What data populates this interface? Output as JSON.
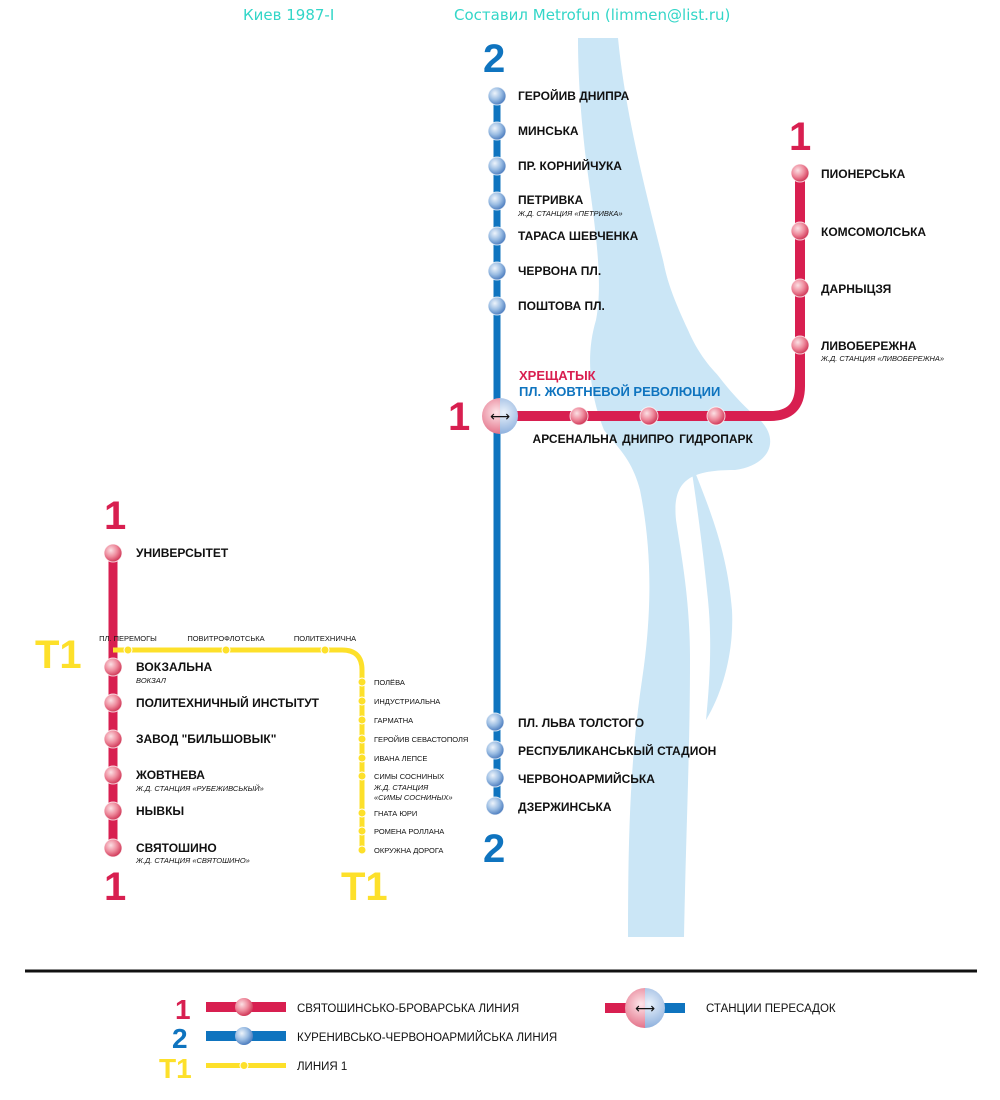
{
  "header": {
    "left": "Киев 1987-I",
    "right": "Составил Metrofun (limmen@list.ru)"
  },
  "colors": {
    "line1": "#d81f50",
    "line2": "#0f74bf",
    "tram": "#fde02a",
    "river": "#cbe6f6",
    "header_text": "#33d6c8"
  },
  "lines": {
    "line1_number": "1",
    "line2_number": "2",
    "tram_number": "T1"
  },
  "line2_north": [
    "ГЕРОЙИВ ДНИПРА",
    "МИНСЬКА",
    "ПР. КОРНИЙЧУКА",
    "ПЕТРИВКА",
    "ТАРАСА ШЕВЧЕНКА",
    "ЧЕРВОНА ПЛ.",
    "ПОШТОВА ПЛ."
  ],
  "petrivka_note": "Ж.Д. СТАНЦИЯ «ПЕТРИВКА»",
  "transfer": {
    "line1_name": "ХРЕЩАТЫК",
    "line2_name": "ПЛ. ЖОВТНЕВОЙ РЕВОЛЮЦИИ",
    "arrow": "⟷"
  },
  "line1_east": [
    "АРСЕНАЛЬНА",
    "ДНИПРО",
    "ГИДРОПАРК"
  ],
  "line1_north_branch": [
    "ПИОНЕРСЬКА",
    "КОМСОМОЛСЬКА",
    "ДАРНЫЦЗЯ",
    "ЛИВОБЕРЕЖНА"
  ],
  "livoberezhna_note": "Ж.Д. СТАНЦИЯ «ЛИВОБЕРЕЖНА»",
  "line2_south": [
    "ПЛ. ЛЬВА ТОЛСТОГО",
    "РЕСПУБЛИКАНСЬКЫЙ СТАДИОН",
    "ЧЕРВОНОАРМИЙСЬКА",
    "ДЗЕРЖИНСЬКА"
  ],
  "line1_west": [
    "УНИВЕРСЫТЕТ",
    "ВОКЗАЛЬНА",
    "ПОЛИТЕХНИЧНЫЙ ИНСТЫТУТ",
    "ЗАВОД \"БИЛЬШОВЫК\"",
    "ЖОВТНЕВА",
    "НЫВКЫ",
    "СВЯТОШИНО"
  ],
  "line1_west_notes": {
    "vokzalna": "ВОКЗАЛ",
    "zhovtneva": "Ж.Д. СТАНЦИЯ «РУБЕЖИВСЬКЫЙ»",
    "sviatoshyno": "Ж.Д. СТАНЦИЯ «СВЯТОШИНО»"
  },
  "tram_top": [
    "ПЛ. ПЕРЕМОГЫ",
    "ПОВИТРОФЛОТСЬКА",
    "ПОЛИТЕХНИЧНА"
  ],
  "tram_down": [
    "ПОЛЁВА",
    "ИНДУСТРИАЛЬНА",
    "ГАРМАТНА",
    "ГЕРОЙИВ СЕВАСТОПОЛЯ",
    "ИВАНА ЛЕПСЕ",
    "СИМЫ СОСНИНЫХ",
    "ГНАТА ЮРИ",
    "РОМЕНА РОЛЛАНА",
    "ОКРУЖНА ДОРОГА"
  ],
  "simy_note_1": "Ж.Д. СТАНЦИЯ",
  "simy_note_2": "«СИМЫ СОСНИНЫХ»",
  "legend": {
    "line1": "СВЯТОШИНСЬКО-БРОВАРСЬКА ЛИНИЯ",
    "line2": "КУРЕНИВСЬКО-ЧЕРВОНОАРМИЙСЬКА ЛИНИЯ",
    "tram": "ЛИНИЯ 1",
    "transfer": "СТАНЦИИ ПЕРЕСАДОК"
  }
}
